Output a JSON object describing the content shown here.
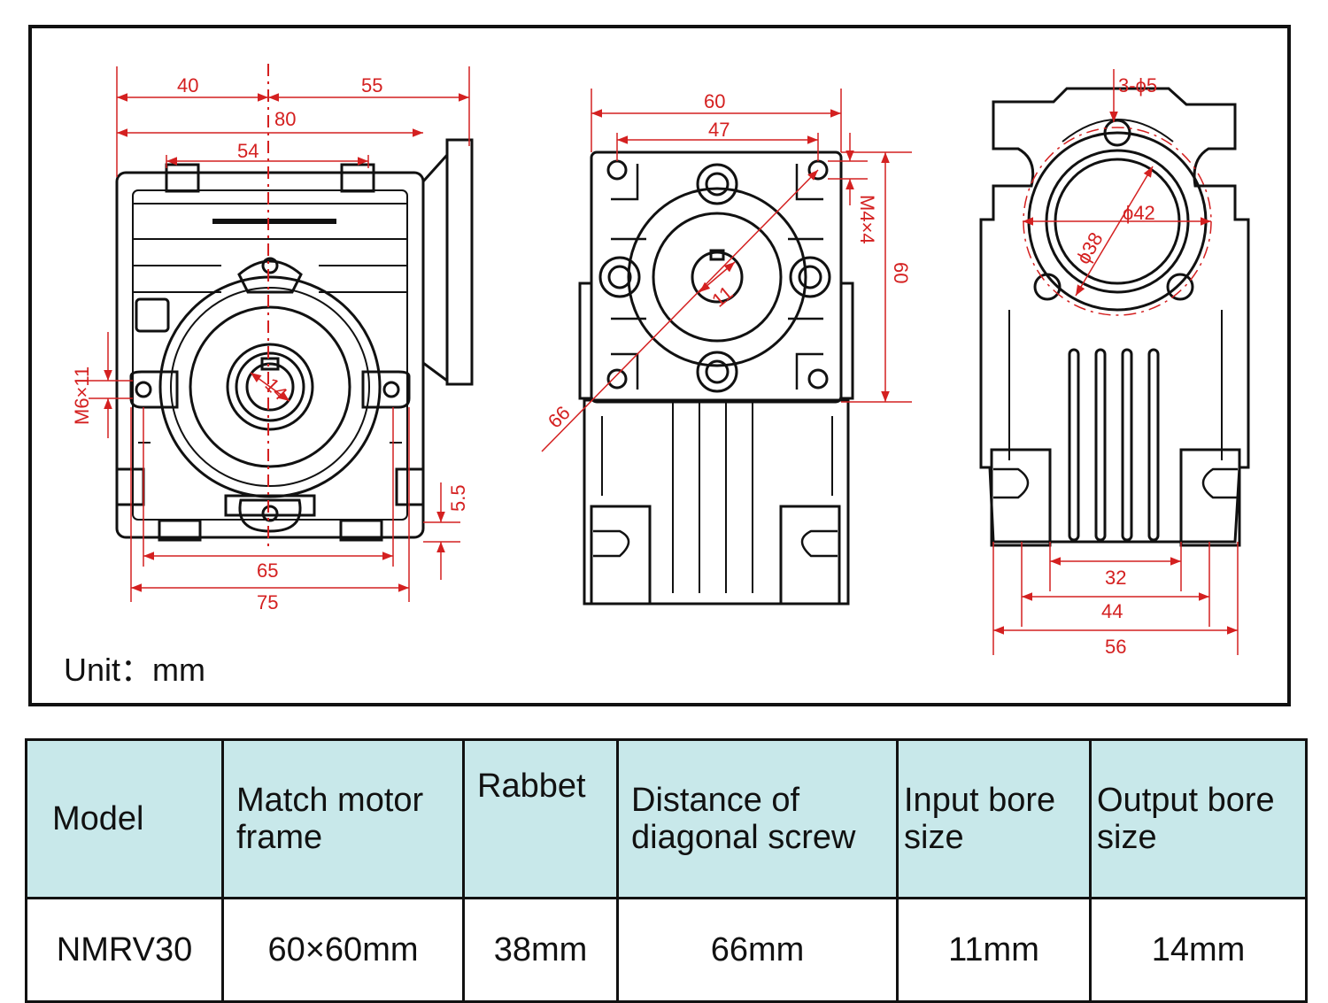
{
  "unit_label": "Unit：mm",
  "colors": {
    "dimension": "#d42020",
    "outline": "#111111",
    "header_bg": "#c8e8ea"
  },
  "front_view": {
    "dims": {
      "d40": "40",
      "d55": "55",
      "d80": "80",
      "d54": "54",
      "m6x11": "M6×11",
      "d14": "14",
      "d5_5": "5.5",
      "d65": "65",
      "d75": "75"
    }
  },
  "flange_view": {
    "dims": {
      "d60_top": "60",
      "d47": "47",
      "m4x4": "M4×4",
      "d60_side": "60",
      "d11": "11",
      "d66": "66"
    }
  },
  "side_view": {
    "dims": {
      "holes": "3-ϕ5",
      "d42": "ϕ42",
      "d38": "ϕ38",
      "d32": "32",
      "d44": "44",
      "d56": "56"
    }
  },
  "table": {
    "headers": [
      "Model",
      "Match motor frame",
      "Rabbet",
      "Distance of diagonal screw",
      "Input bore size",
      "Output bore size"
    ],
    "row": [
      "NMRV30",
      "60×60mm",
      "38mm",
      "66mm",
      "11mm",
      "14mm"
    ]
  }
}
